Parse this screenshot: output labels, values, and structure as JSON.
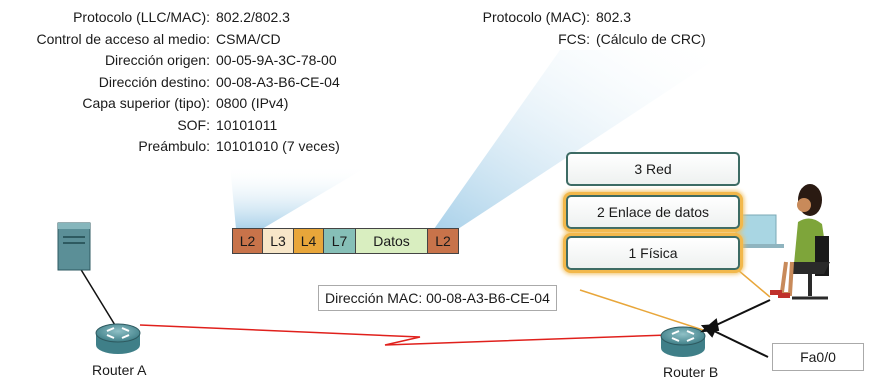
{
  "left_info": {
    "rows": [
      {
        "label": "Protocolo (LLC/MAC):",
        "value": "802.2/802.3"
      },
      {
        "label": "Control de acceso al medio:",
        "value": "CSMA/CD"
      },
      {
        "label": "Dirección origen:",
        "value": "00-05-9A-3C-78-00"
      },
      {
        "label": "Dirección destino:",
        "value": "00-08-A3-B6-CE-04"
      },
      {
        "label": "Capa superior (tipo):",
        "value": "0800 (IPv4)"
      },
      {
        "label": "SOF:",
        "value": "10101011"
      },
      {
        "label": "Preámbulo:",
        "value": "10101010 (7 veces)"
      }
    ]
  },
  "right_info": {
    "rows": [
      {
        "label": "Protocolo (MAC):",
        "value": "802.3"
      },
      {
        "label": "FCS:",
        "value": "(Cálculo de CRC)"
      }
    ]
  },
  "frame": {
    "segments": [
      {
        "label": "L2",
        "color": "#c8734a"
      },
      {
        "label": "L3",
        "color": "#f7e6c8"
      },
      {
        "label": "L4",
        "color": "#e8a63a"
      },
      {
        "label": "L7",
        "color": "#86bfb7"
      },
      {
        "label": "Datos",
        "color": "#d9eec0"
      },
      {
        "label": "L2",
        "color": "#c8734a"
      }
    ]
  },
  "layers": [
    {
      "label": "3 Red",
      "highlighted": false
    },
    {
      "label": "2 Enlace de datos",
      "highlighted": true
    },
    {
      "label": "1 Física",
      "highlighted": true
    }
  ],
  "mac_callout": "Dirección MAC: 00-08-A3-B6-CE-04",
  "interface_callout": "Fa0/0",
  "routers": {
    "a": "Router A",
    "b": "Router B"
  },
  "colors": {
    "wan_link": "#e0201c",
    "layer_border": "#3d6b64",
    "highlight": "#f2b84b",
    "beam": "#9ccbe6"
  }
}
